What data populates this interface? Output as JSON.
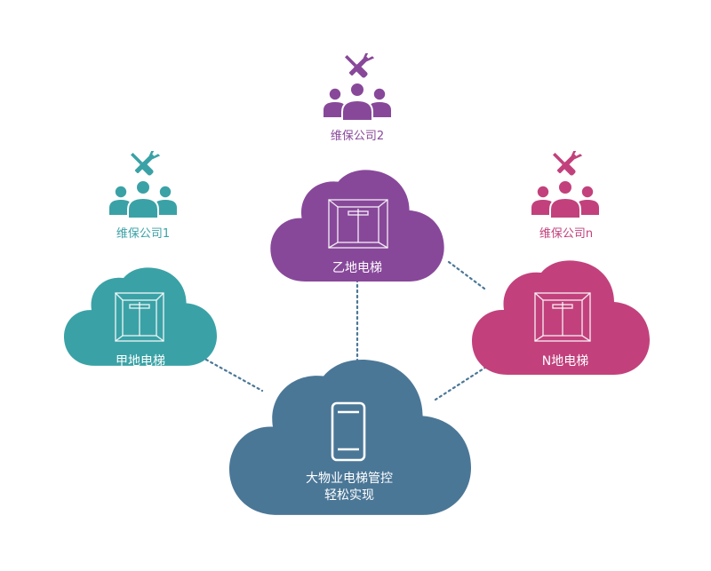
{
  "colors": {
    "teal": "#3aa2a6",
    "purple": "#88489a",
    "magenta": "#c2417c",
    "hub": "#4b7797",
    "connector": "#4b7797"
  },
  "diagram": {
    "hub": {
      "line1": "大物业电梯管控",
      "line2": "轻松实现",
      "icon": "smartphone-icon"
    },
    "sites": [
      {
        "label": "甲地电梯",
        "icon": "elevator-icon"
      },
      {
        "label": "乙地电梯",
        "icon": "elevator-icon"
      },
      {
        "label": "N地电梯",
        "icon": "elevator-icon"
      }
    ],
    "companies": [
      {
        "label": "维保公司1",
        "icon": "maintenance-team-icon"
      },
      {
        "label": "维保公司2",
        "icon": "maintenance-team-icon"
      },
      {
        "label": "维保公司n",
        "icon": "maintenance-team-icon"
      }
    ]
  }
}
